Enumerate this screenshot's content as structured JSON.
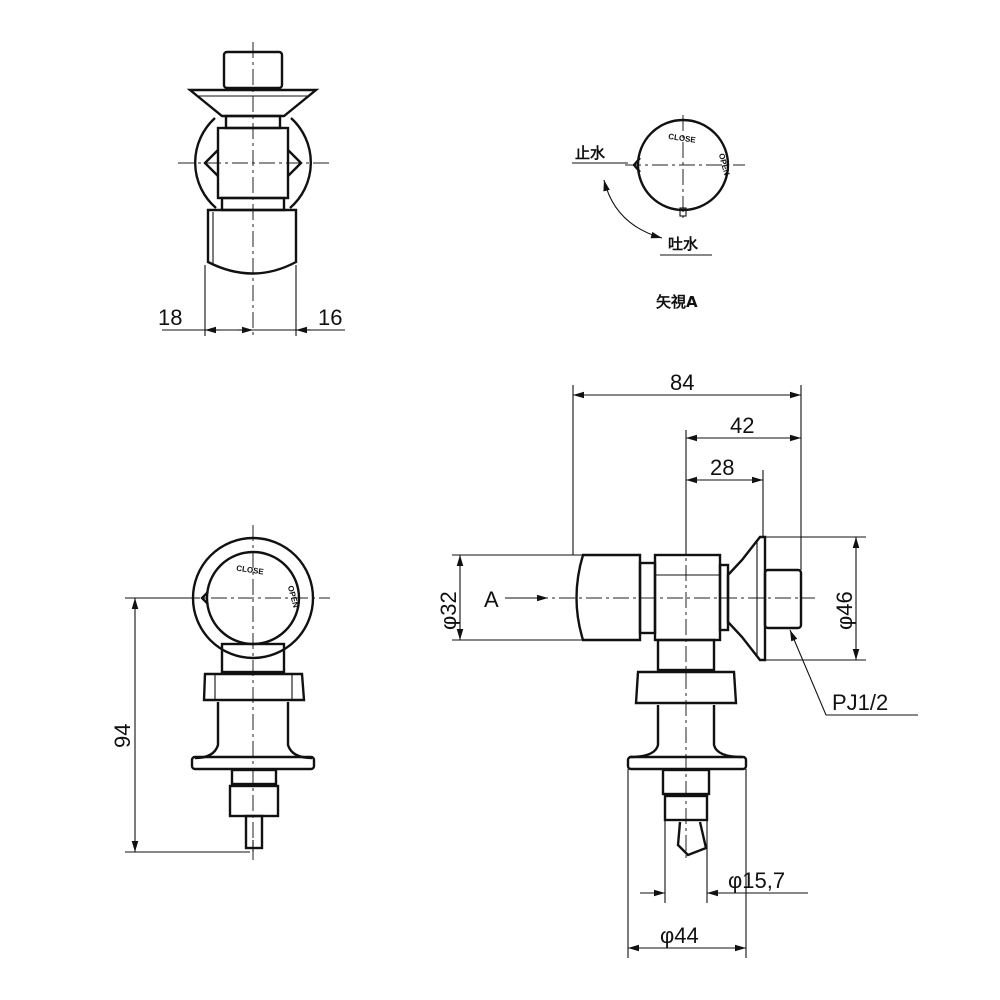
{
  "top_view": {
    "dim_left": "18",
    "dim_right": "16"
  },
  "view_a": {
    "close_label": "CLOSE",
    "open_label": "OPEN",
    "stop_label": "止水",
    "discharge_label": "吐水",
    "caption": "矢視A"
  },
  "front_view": {
    "close_label": "CLOSE",
    "open_label": "OPEN",
    "height_dim": "94"
  },
  "side_view": {
    "dim_total": "84",
    "dim_42": "42",
    "dim_28": "28",
    "dia_cap": "φ32",
    "view_arrow": "A",
    "dia_flange": "φ46",
    "thread": "PJ1/2",
    "dia_stem": "φ15,7",
    "dia_base": "φ44"
  }
}
